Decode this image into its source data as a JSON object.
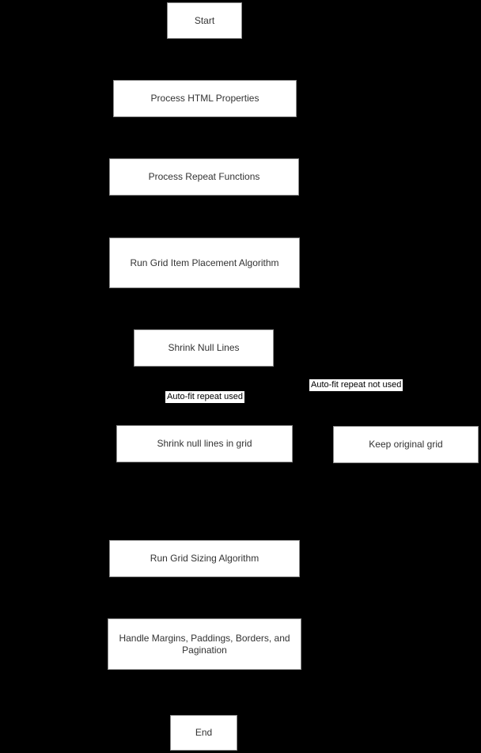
{
  "flowchart": {
    "colors": {
      "background": "#000000",
      "node_fill": "#ffffff",
      "node_border": "#8c8c8c",
      "node_text": "#333333",
      "edge_label_bg": "#ffffff",
      "edge_label_text": "#000000"
    },
    "nodes": {
      "start": {
        "label": "Start"
      },
      "process_html_properties": {
        "label": "Process HTML Properties"
      },
      "process_repeat_functions": {
        "label": "Process Repeat Functions"
      },
      "run_grid_item_placement_algorithm": {
        "label": "Run Grid Item Placement Algorithm"
      },
      "shrink_null_lines": {
        "label": "Shrink Null Lines"
      },
      "shrink_null_lines_in_grid": {
        "label": "Shrink null lines in grid"
      },
      "keep_original_grid": {
        "label": "Keep original grid"
      },
      "run_grid_sizing_algorithm": {
        "label": "Run Grid Sizing Algorithm"
      },
      "handle_margins_paddings_borders_pagination": {
        "label": "Handle Margins, Paddings, Borders, and Pagination"
      },
      "end": {
        "label": "End"
      }
    },
    "edge_labels": {
      "auto_fit_used": {
        "label": "Auto-fit repeat used"
      },
      "auto_fit_not_used": {
        "label": "Auto-fit repeat not used"
      }
    }
  }
}
